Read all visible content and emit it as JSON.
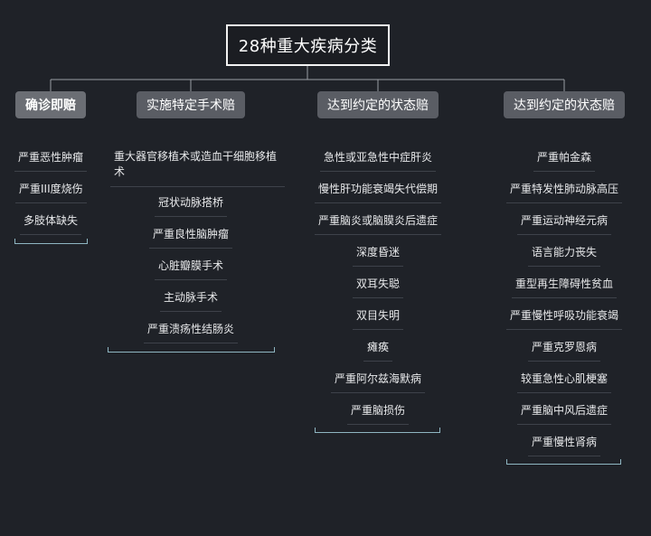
{
  "title": "28种重大疾病分类",
  "categories": [
    {
      "label": "确诊即赔",
      "items": [
        "严重恶性肿瘤",
        "严重III度烧伤",
        "多肢体缺失"
      ]
    },
    {
      "label": "实施特定手术赔",
      "items": [
        "重大器官移植术或造血干细胞移植术",
        "冠状动脉搭桥",
        "严重良性脑肿瘤",
        "心脏瓣膜手术",
        "主动脉手术",
        "严重溃疡性结肠炎"
      ]
    },
    {
      "label": "达到约定的状态赔",
      "items": [
        "急性或亚急性中症肝炎",
        "慢性肝功能衰竭失代偿期",
        "严重脑炎或脑膜炎后遗症",
        "深度昏迷",
        "双耳失聪",
        "双目失明",
        "瘫痪",
        "严重阿尔兹海默病",
        "严重脑损伤"
      ]
    },
    {
      "label": "达到约定的状态赔",
      "items": [
        "严重帕金森",
        "严重特发性肺动脉高压",
        "严重运动神经元病",
        "语言能力丧失",
        "重型再生障碍性贫血",
        "严重慢性呼吸功能衰竭",
        "严重克罗恩病",
        "较重急性心肌梗塞",
        "严重脑中风后遗症",
        "严重慢性肾病"
      ]
    }
  ],
  "colors": {
    "background": "#1f2228",
    "category_fill": "#5a5d64",
    "bracket": "#8fb6c2"
  }
}
